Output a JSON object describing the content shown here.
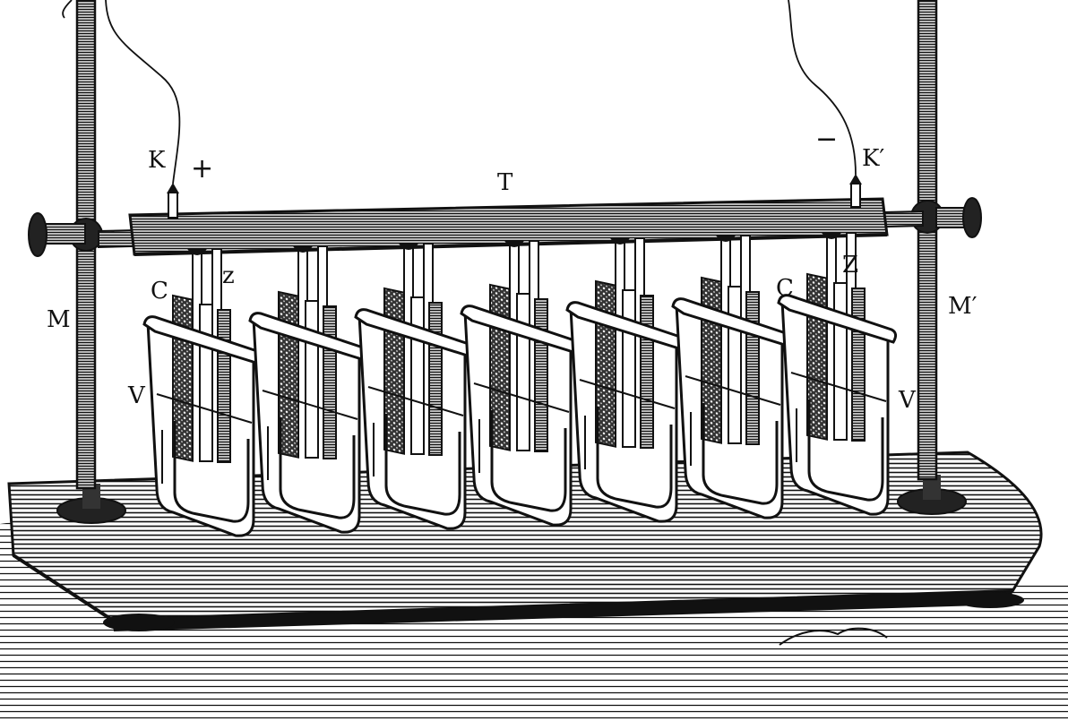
{
  "figure": {
    "labels": {
      "K": "K",
      "plus": "+",
      "minus": "−",
      "K_prime": "K′",
      "T": "T",
      "M": "M",
      "M_prime": "M′",
      "C_left": "C",
      "Z_left": "z",
      "C_right": "C",
      "Z_right": "Z",
      "V_left": "V",
      "V_right": "V"
    },
    "cell_count": 7,
    "colors": {
      "ink": "#111111",
      "paper": "#ffffff"
    }
  }
}
